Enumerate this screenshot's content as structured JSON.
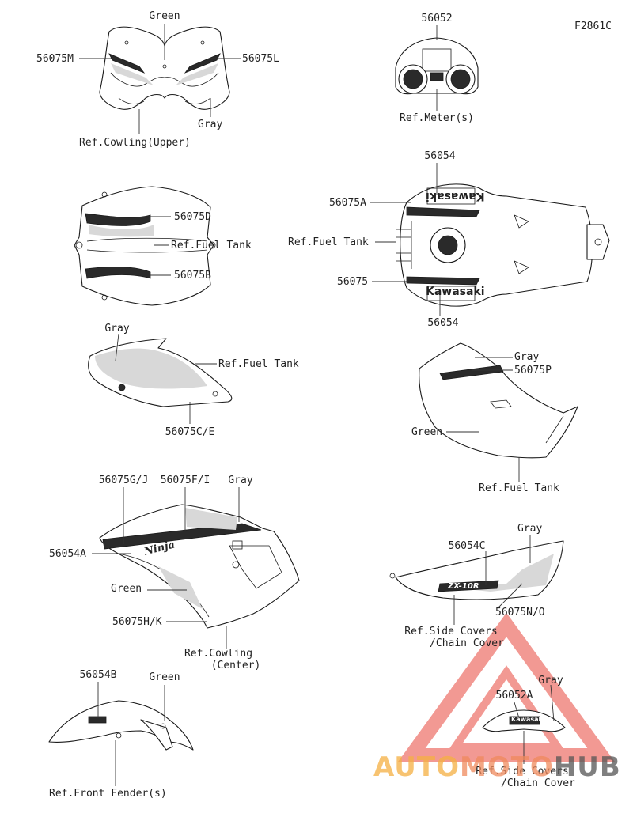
{
  "figure_code": "F2861C",
  "labels": {
    "upper_green": "Green",
    "upper_56075M": "56075M",
    "upper_56075L": "56075L",
    "upper_gray": "Gray",
    "upper_ref": "Ref.Cowling(Upper)",
    "meter_56052": "56052",
    "meter_ref": "Ref.Meter(s)",
    "tank_56075D": "56075D",
    "tank_ref": "Ref.Fuel Tank",
    "tank_56075B": "56075B",
    "tanktop_56054_top": "56054",
    "tanktop_56075A": "56075A",
    "tanktop_ref": "Ref.Fuel Tank",
    "tanktop_56075": "56075",
    "tanktop_56054_bottom": "56054",
    "lside_gray": "Gray",
    "lside_ref": "Ref.Fuel Tank",
    "lside_56075CE": "56075C/E",
    "rside_gray": "Gray",
    "rside_56075P": "56075P",
    "rside_green": "Green",
    "rside_ref": "Ref.Fuel Tank",
    "center_56075GJ": "56075G/J",
    "center_56075FI": "56075F/I",
    "center_gray": "Gray",
    "center_56054A": "56054A",
    "center_green": "Green",
    "center_56075HK": "56075H/K",
    "center_ref_1": "Ref.Cowling",
    "center_ref_2": "(Center)",
    "cover_56054C": "56054C",
    "cover_gray": "Gray",
    "cover_56075NO": "56075N/O",
    "cover_ref_1": "Ref.Side Covers",
    "cover_ref_2": "/Chain Cover",
    "fender_56054B": "56054B",
    "fender_green": "Green",
    "fender_ref": "Ref.Front Fender(s)",
    "tail_gray": "Gray",
    "tail_56052A": "56052A",
    "tail_ref_1": "Ref.Side Covers",
    "tail_ref_2": "/Chain Cover"
  },
  "decal_text": {
    "kawasaki_top": "Kawasaki",
    "kawasaki_bottom": "Kawasaki",
    "ninja": "Ninja",
    "cover_logo": "ZX-10R",
    "tail_logo": "Kawasaki"
  },
  "watermark": {
    "part1": "AUTO",
    "part2": "MOTO",
    "part3": "HUB",
    "color1": "#f5b042",
    "color2": "#f08a5d",
    "color3": "#555555",
    "triangle_color": "#e8463c"
  }
}
